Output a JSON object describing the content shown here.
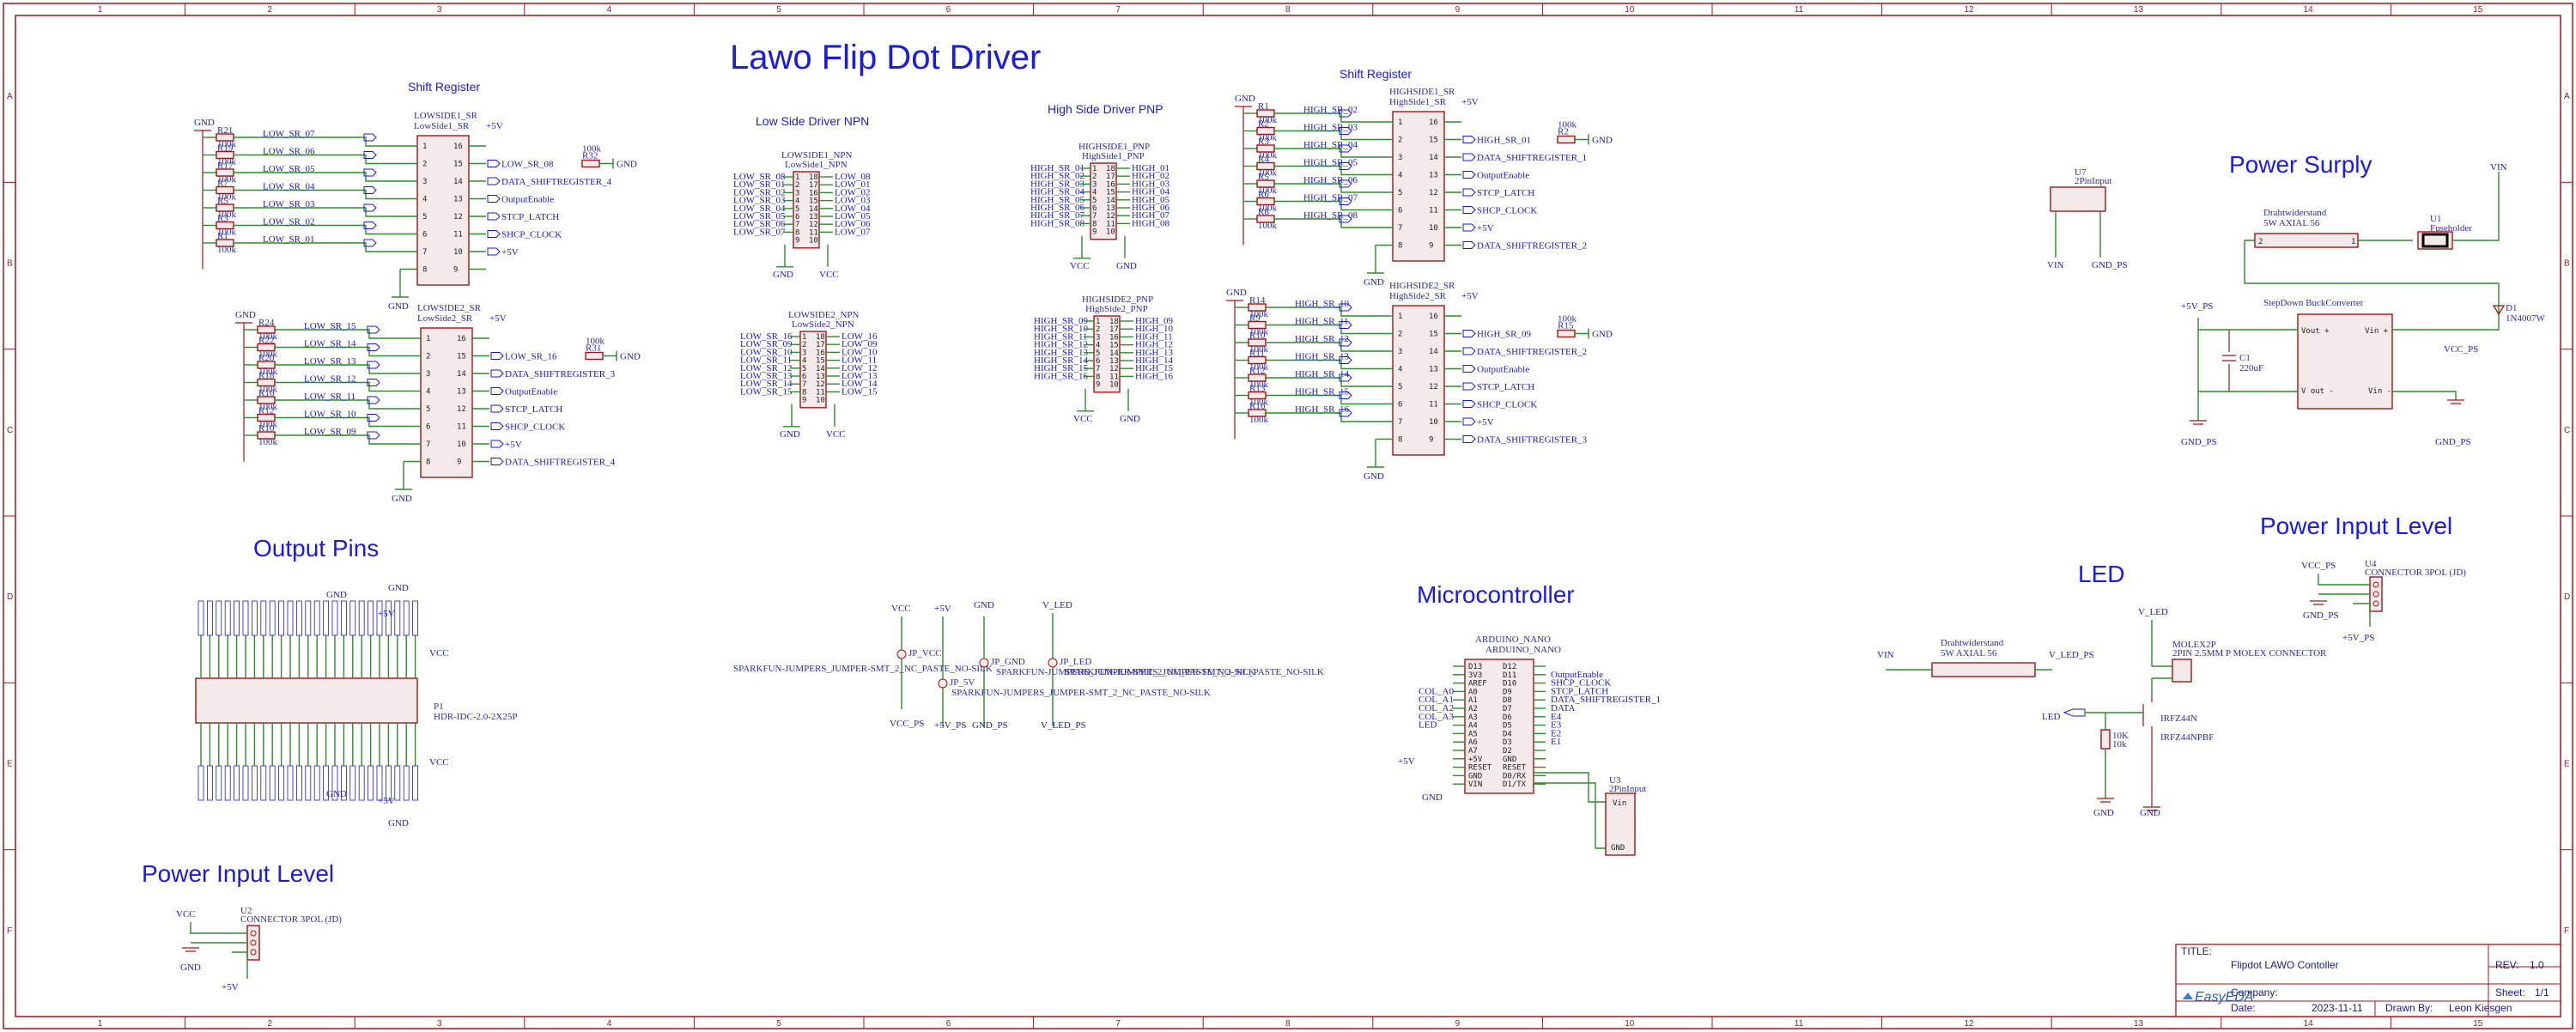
{
  "title": "Lawo Flip Dot Driver",
  "col_numbers": [
    "1",
    "2",
    "3",
    "4",
    "5",
    "6",
    "7",
    "8",
    "9",
    "10",
    "11",
    "12",
    "13",
    "14",
    "15"
  ],
  "row_letters": [
    "A",
    "B",
    "C",
    "D",
    "E",
    "F"
  ],
  "sections": {
    "shift_register_low": "Shift Register",
    "low_side_npn": "Low Side Driver NPN",
    "high_side_pnp": "High Side Driver PNP",
    "shift_register_high": "Shift Register",
    "power_surply": "Power Surply",
    "output_pins": "Output Pins",
    "microcontroller": "Microcontroller",
    "led": "LED",
    "power_input_level_left": "Power Input Level",
    "power_input_level_right": "Power Input Level"
  },
  "parts": {
    "lowside1_sr": {
      "ref": "LOWSIDE1_SR",
      "name": "LowSide1_SR"
    },
    "lowside2_sr": {
      "ref": "LOWSIDE2_SR",
      "name": "LowSide2_SR"
    },
    "highside1_sr": {
      "ref": "HIGHSIDE1_SR",
      "name": "HighSide1_SR"
    },
    "highside2_sr": {
      "ref": "HIGHSIDE2_SR",
      "name": "HighSide2_SR"
    },
    "lowside1_npn": {
      "ref": "LOWSIDE1_NPN",
      "name": "LowSide1_NPN"
    },
    "lowside2_npn": {
      "ref": "LOWSIDE2_NPN",
      "name": "LowSide2_NPN"
    },
    "highside1_pnp": {
      "ref": "HIGHSIDE1_PNP",
      "name": "HighSide1_PNP"
    },
    "highside2_pnp": {
      "ref": "HIGHSIDE2_PNP",
      "name": "HighSide2_PNP"
    },
    "arduino": {
      "ref": "ARDUINO_NANO",
      "name": "ARDUINO_NANO"
    },
    "buck": {
      "ref": "StepDown BuckConverter",
      "name": "StepDown BuckConverter"
    },
    "drahtwiderstand1": {
      "ref": "Drahtwiderstand",
      "value": "5W AXIAL 56"
    },
    "drahtwiderstand2": {
      "ref": "Drahtwiderstand",
      "value": "5W AXIAL 56"
    },
    "fuseholder": {
      "ref": "U1",
      "name": "Fuseholder"
    },
    "diode": {
      "ref": "D1",
      "name": "1N4007W"
    },
    "cap": {
      "ref": "C1",
      "value": "220uF"
    },
    "pinheader": {
      "ref": "P1",
      "name": "HDR-IDC-2.0-2X25P"
    },
    "conn_left": {
      "ref": "U2",
      "name": "CONNECTOR 3POL (JD)"
    },
    "conn_right": {
      "ref": "U4",
      "name": "CONNECTOR 3POL (JD)"
    },
    "molex": {
      "ref": "MOLEX2P",
      "name": "2PIN 2.5MM P MOLEX CONNECTOR"
    },
    "mosfet": {
      "ref": "IRFZ44N",
      "name": "IRFZ44NPBF"
    },
    "r_led": {
      "ref": "10K",
      "value": "10k"
    },
    "pin_input1": {
      "ref": "U7",
      "name": "2PinInput"
    },
    "pin_input2": {
      "ref": "U3",
      "name": "2PinInput"
    }
  },
  "jumpers": {
    "jp_vcc": "JP_VCC",
    "jp_5v": "JP_5V",
    "jp_gnd": "JP_GND",
    "jp_led": "JP_LED",
    "jumper_name": "SPARKFUN-JUMPERS_JUMPER-SMT_2_NC_PASTE_NO-SILK"
  },
  "nets": {
    "gnd": "GND",
    "vcc": "VCC",
    "p5v": "+5V",
    "vcc_ps": "VCC_PS",
    "p5v_ps": "+5V_PS",
    "gnd_ps": "GND_PS",
    "vin": "VIN",
    "v_led": "V_LED",
    "v_led_ps": "V_LED_PS",
    "led": "LED",
    "data_sr1": "DATA_SHIFTREGISTER_1",
    "data_sr2": "DATA_SHIFTREGISTER_2",
    "data_sr3": "DATA_SHIFTREGISTER_3",
    "data_sr4": "DATA_SHIFTREGISTER_4",
    "output_enable": "OutputEnable",
    "stcp_latch": "STCP_LATCH",
    "shcp_clock": "SHCP_CLOCK"
  },
  "low_sr_top": [
    "LOW_SR_07",
    "LOW_SR_06",
    "LOW_SR_05",
    "LOW_SR_04",
    "LOW_SR_03",
    "LOW_SR_02",
    "LOW_SR_01"
  ],
  "low_sr_bottom": [
    "LOW_SR_15",
    "LOW_SR_14",
    "LOW_SR_13",
    "LOW_SR_12",
    "LOW_SR_11",
    "LOW_SR_10",
    "LOW_SR_09"
  ],
  "high_sr_top": [
    "HIGH_SR_02",
    "HIGH_SR_03",
    "HIGH_SR_04",
    "HIGH_SR_05",
    "HIGH_SR_06",
    "HIGH_SR_07",
    "HIGH_SR_08"
  ],
  "high_sr_bottom": [
    "HIGH_SR_10",
    "HIGH_SR_11",
    "HIGH_SR_12",
    "HIGH_SR_13",
    "HIGH_SR_14",
    "HIGH_SR_15",
    "HIGH_SR_16"
  ],
  "low_sr_08": "LOW_SR_08",
  "low_sr_16": "LOW_SR_16",
  "high_sr_01": "HIGH_SR_01",
  "high_sr_09": "HIGH_SR_09",
  "resistor_value": "100k",
  "resistors_low_top": [
    "R21",
    "R19",
    "R17",
    "R7",
    "R5",
    "R3",
    "R1"
  ],
  "resistors_low_bottom": [
    "R24",
    "R22",
    "R20",
    "R18",
    "R16",
    "R12",
    "R10"
  ],
  "resistors_high_top": [
    "R1",
    "R2",
    "R3",
    "R4",
    "R5",
    "R6",
    "R8"
  ],
  "resistors_high_bottom": [
    "R14",
    "R9",
    "R10",
    "R11",
    "R12",
    "R13",
    "R16"
  ],
  "r32": "R32",
  "r31": "R31",
  "r2": "R2",
  "r15": "R15",
  "sr_pins_left": [
    "1",
    "2",
    "3",
    "4",
    "5",
    "6",
    "7",
    "8"
  ],
  "sr_pins_right": [
    "16",
    "15",
    "14",
    "13",
    "12",
    "11",
    "10",
    "9"
  ],
  "arduino_left_pins": [
    "D13",
    "3V3",
    "AREF",
    "A0",
    "A1",
    "A2",
    "A3",
    "A4",
    "A5",
    "A6",
    "A7",
    "+5V",
    "RESET",
    "GND",
    "VIN"
  ],
  "arduino_right_pins": [
    "D12",
    "D11",
    "D10",
    "D9",
    "D8",
    "D7",
    "D6",
    "D5",
    "D4",
    "D3",
    "D2",
    "GND",
    "RESET",
    "D0/RX",
    "D1/TX"
  ],
  "arduino_nets_left": [
    "COL_A0",
    "COL_A1",
    "COL_A2",
    "COL_A3",
    "LED"
  ],
  "arduino_nets_right": [
    "OutputEnable",
    "SHCP_CLOCK",
    "STCP_LATCH",
    "DATA_SHIFTREGISTER_1",
    "DATA",
    "E4",
    "E3",
    "E2",
    "E1"
  ],
  "title_block": {
    "title_label": "TITLE:",
    "title": "Flipdot LAWO Contoller",
    "rev_label": "REV:",
    "rev": "1.0",
    "company_label": "Company:",
    "company": "",
    "sheet_label": "Sheet:",
    "sheet": "1/1",
    "date_label": "Date:",
    "date": "2023-11-11",
    "drawn_label": "Drawn By:",
    "drawn": "Leon Kiesgen",
    "brand": "EasyEDA"
  },
  "colors": {
    "frame": "#a31515",
    "wire": "#2e8b2e",
    "part": "#a31515",
    "net_label": "#1a1ac8",
    "section_title": "#1a1ae6"
  }
}
